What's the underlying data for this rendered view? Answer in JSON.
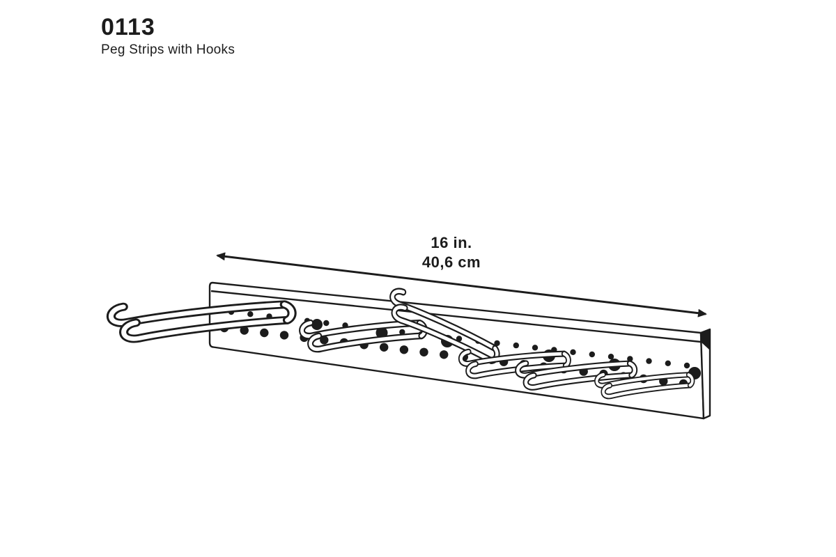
{
  "title": {
    "code": "0113",
    "name": "Peg Strips with Hooks"
  },
  "dimension": {
    "inches": "16 in.",
    "cm": "40,6 cm"
  },
  "diagram": {
    "description": "Perspective line drawing of a peg strip with double-prong wire hooks",
    "ink_color": "#1c1c1c",
    "background_color": "#ffffff"
  }
}
